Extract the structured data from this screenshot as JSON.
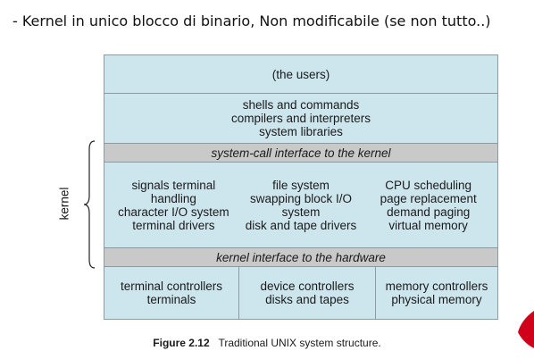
{
  "bullet": "-  Kernel in unico blocco di binario, Non modificabile (se non tutto..)",
  "diagram": {
    "users": "(the users)",
    "shells": [
      "shells and commands",
      "compilers and interpreters",
      "system libraries"
    ],
    "syscall_interface": "system-call interface to the kernel",
    "kernel_columns": [
      [
        "signals terminal",
        "handling",
        "character I/O system",
        "terminal drivers"
      ],
      [
        "file system",
        "swapping block I/O",
        "system",
        "disk and tape drivers"
      ],
      [
        "CPU scheduling",
        "page replacement",
        "demand paging",
        "virtual memory"
      ]
    ],
    "hardware_interface": "kernel interface to the hardware",
    "hardware": [
      [
        "terminal controllers",
        "terminals"
      ],
      [
        "device controllers",
        "disks and tapes"
      ],
      [
        "memory controllers",
        "physical memory"
      ]
    ],
    "kernel_label": "kernel"
  },
  "caption": {
    "figure": "Figure 2.12",
    "text": "Traditional UNIX system structure."
  },
  "colors": {
    "layer_fill": "#cde6ee",
    "interface_fill": "#c9c9c9",
    "border": "#8c9aa1",
    "accent_red": "#d0021b"
  },
  "icons": [
    "curly-brace-icon",
    "red-shape-icon"
  ]
}
